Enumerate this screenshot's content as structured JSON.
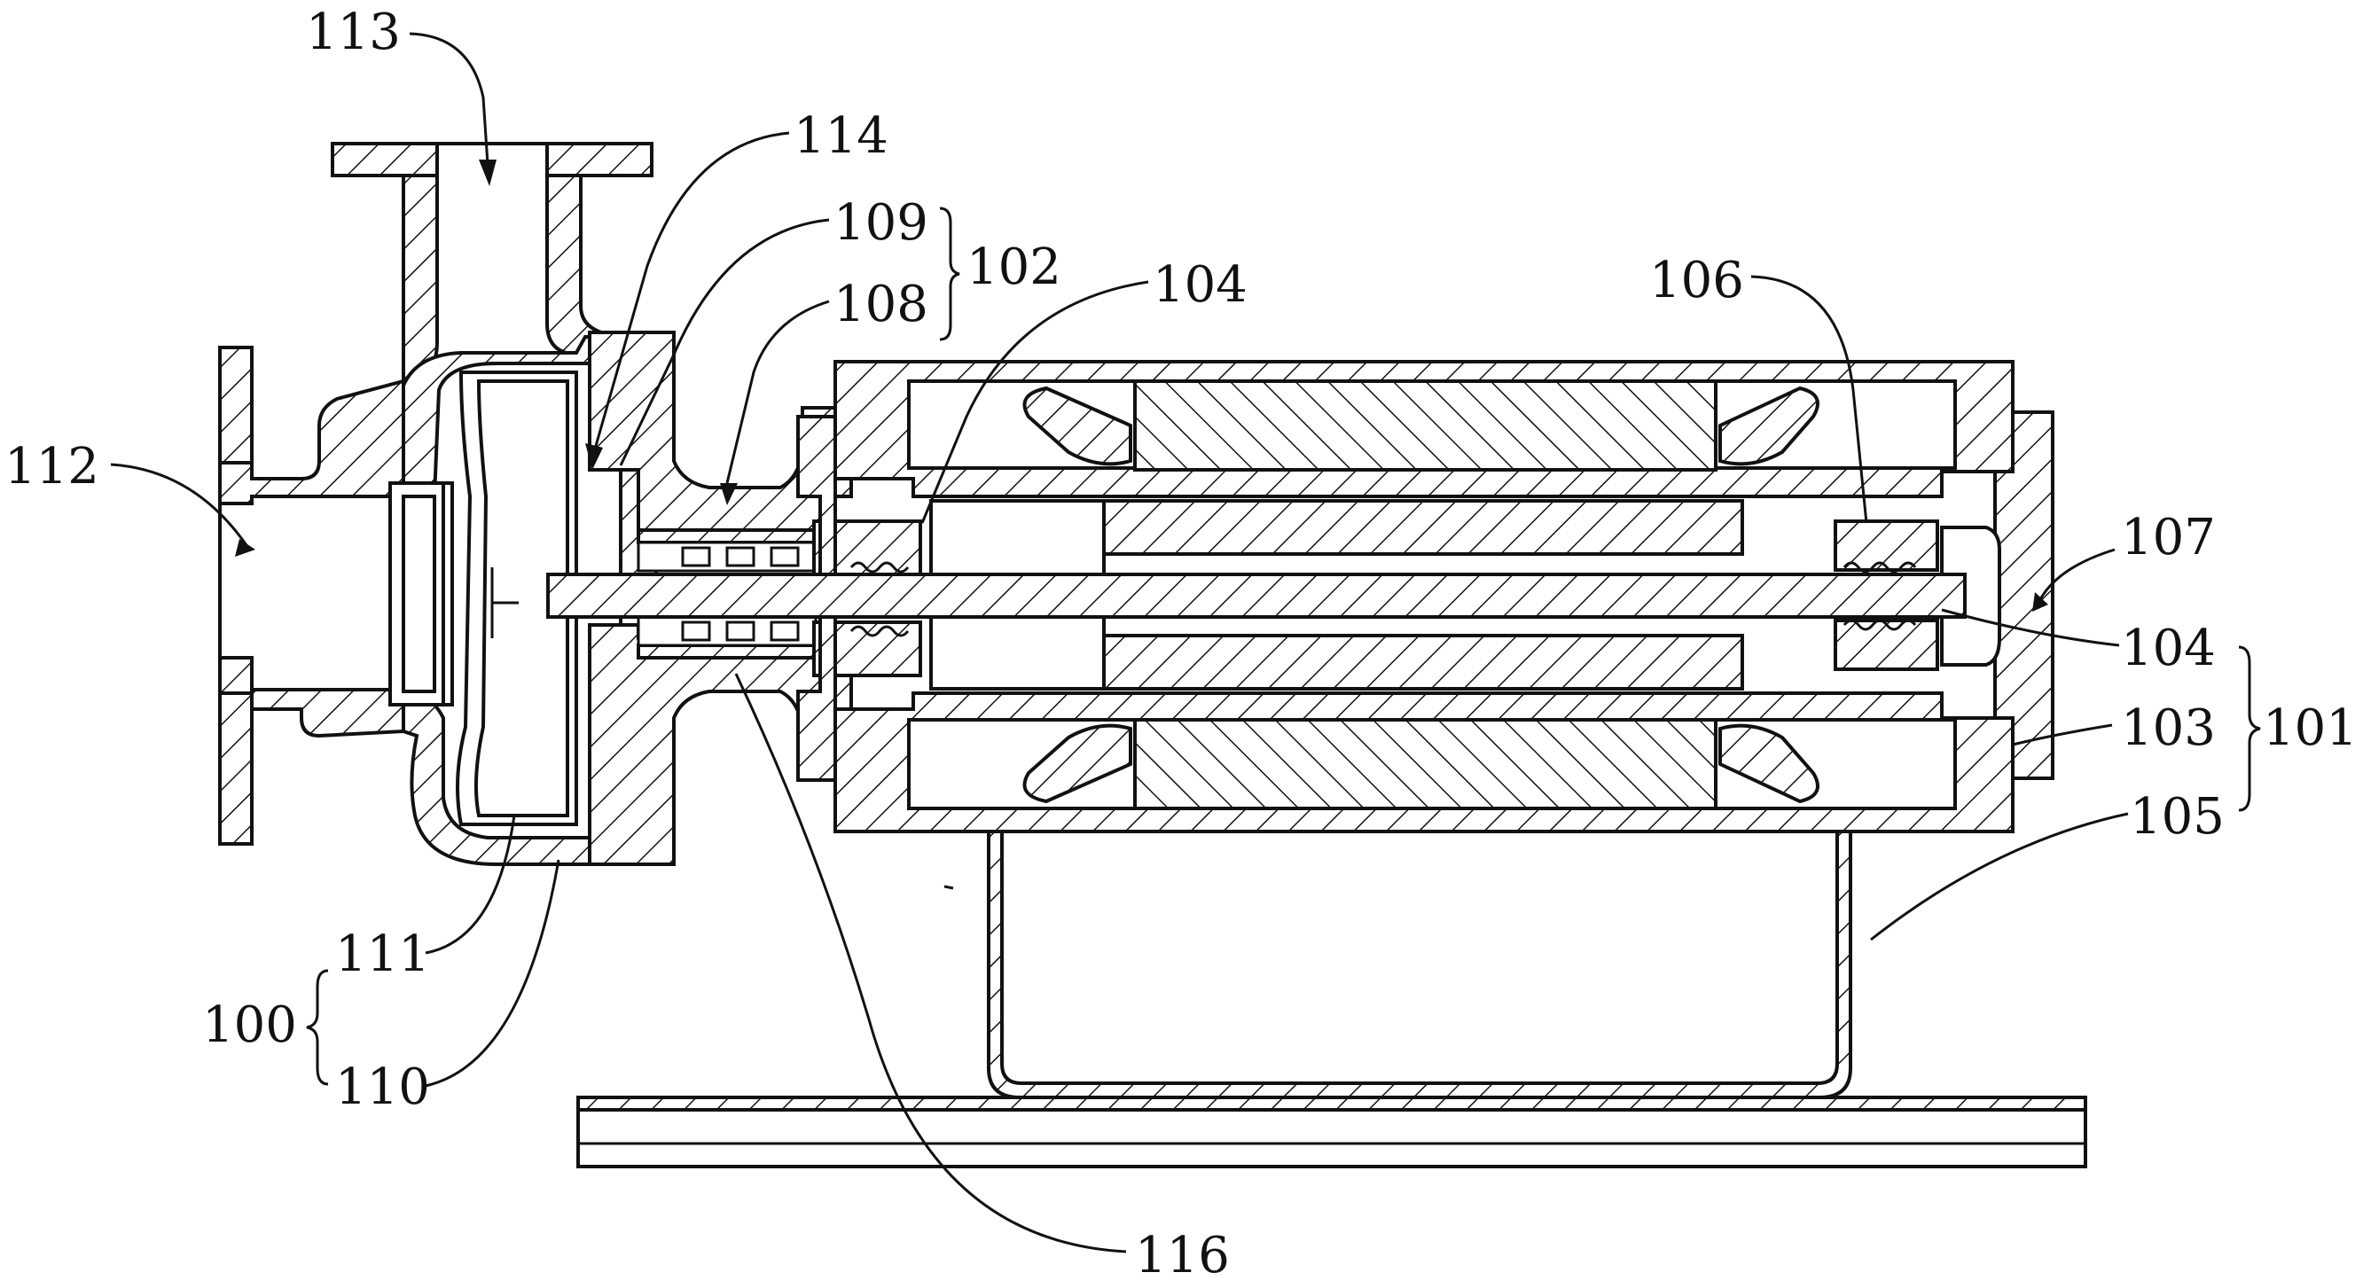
{
  "labels": {
    "l113": "113",
    "l114": "114",
    "l109": "109",
    "l102": "102",
    "l108": "108",
    "l104a": "104",
    "l106": "106",
    "l112": "112",
    "l107": "107",
    "l104b": "104",
    "l103": "103",
    "l101": "101",
    "l105": "105",
    "l111": "111",
    "l100": "100",
    "l110": "110",
    "l116": "116"
  }
}
